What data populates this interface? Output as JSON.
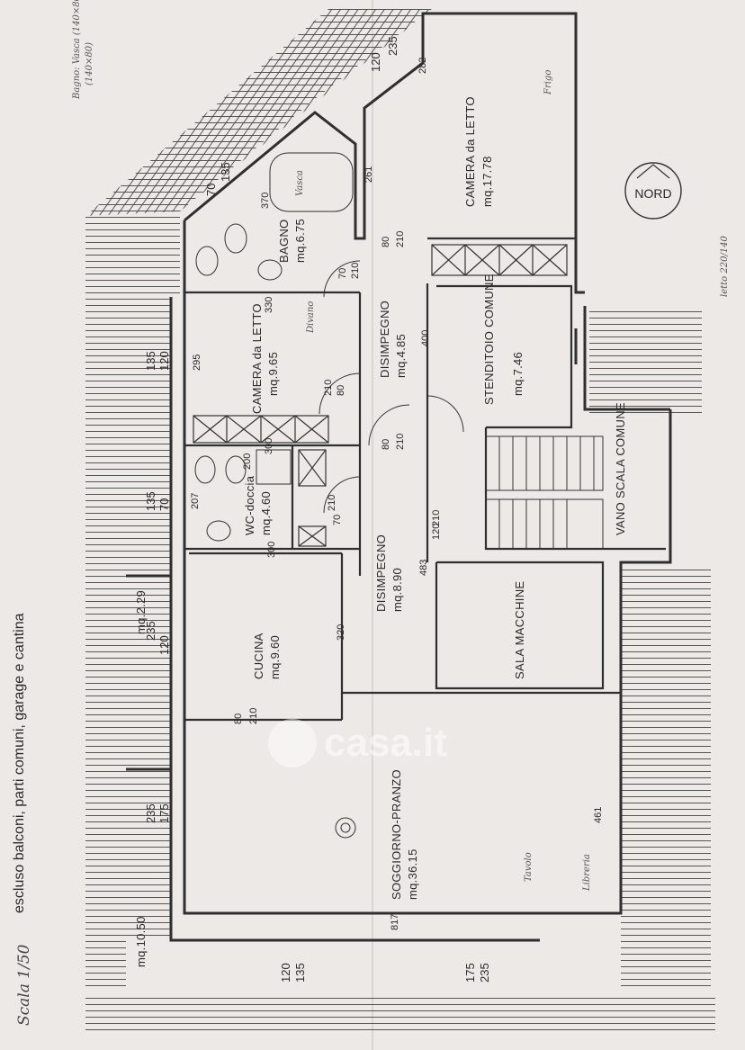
{
  "header_note": "escluso balconi, parti comuni, garage e cantina",
  "scale": "Scala 1/50",
  "north": "NORD",
  "watermark": "casa.it",
  "rooms": [
    {
      "name": "CAMERA da LETTO",
      "area": "mq.17.78"
    },
    {
      "name": "BAGNO",
      "area": "mq.6.75"
    },
    {
      "name": "CAMERA da LETTO",
      "area": "mq.9.65"
    },
    {
      "name": "DISIMPEGNO",
      "area": "mq.4.85"
    },
    {
      "name": "STENDITOIO COMUNE",
      "area": "mq.7.46"
    },
    {
      "name": "WC-doccia",
      "area": "mq.4.60"
    },
    {
      "name": "VANO SCALA COMUNE",
      "area": ""
    },
    {
      "name": "DISIMPEGNO",
      "area": "mq.8.90"
    },
    {
      "name": "CUCINA",
      "area": "mq.9.60"
    },
    {
      "name": "SALA MACCHINE",
      "area": ""
    },
    {
      "name": "SOGGIORNO-PRANZO",
      "area": "mq.36.15"
    }
  ],
  "balconies": [
    {
      "area": "mq.2.29"
    },
    {
      "area": "mq.10.50"
    }
  ],
  "dimensions": [
    "120",
    "235",
    "282",
    "261",
    "135",
    "70",
    "370",
    "80",
    "210",
    "70",
    "210",
    "330",
    "295",
    "135",
    "120",
    "210",
    "80",
    "400",
    "300",
    "200",
    "135",
    "70",
    "207",
    "210",
    "70",
    "80",
    "210",
    "300",
    "210",
    "120",
    "483",
    "320",
    "235",
    "120",
    "80",
    "210",
    "235",
    "175",
    "461",
    "817",
    "120",
    "135",
    "175",
    "235"
  ],
  "handwritten": [
    "Bagno: Vasca (140×80)",
    "(140×80)",
    "letto 220/140",
    "Divano",
    "Frigo",
    "Tavolo",
    "Libreria",
    "Vasca"
  ]
}
